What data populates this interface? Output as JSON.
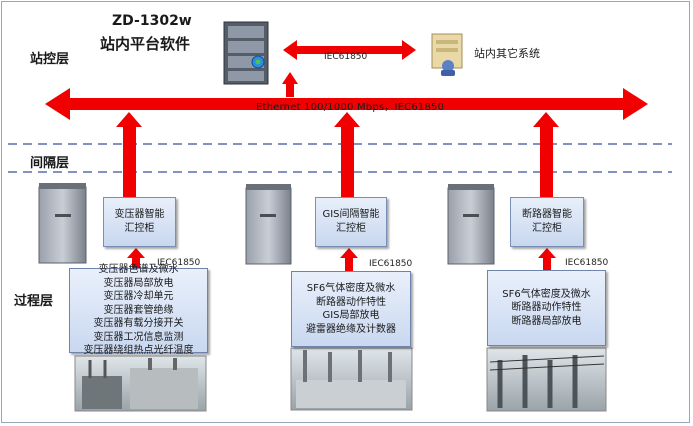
{
  "title": {
    "model": "ZD-1302w",
    "name": "站内平台软件"
  },
  "layers": {
    "station": "站控层",
    "bay": "间隔层",
    "process": "过程层"
  },
  "network": {
    "ethernet_label": "Ethernet 100/1000 Mbps，IEC61850",
    "link_label": "IEC61850"
  },
  "other_system": "站内其它系统",
  "bays": [
    {
      "cabinet_label": [
        "变压器智能",
        "汇控柜"
      ],
      "protocol": "IEC61850",
      "monitors": [
        "变压器色谱及微水",
        "变压器局部放电",
        "变压器冷却单元",
        "变压器套管绝缘",
        "变压器有载分接开关",
        "变压器工况信息监测",
        "变压器绕组热点光纤温度"
      ]
    },
    {
      "cabinet_label": [
        "GIS间隔智能",
        "汇控柜"
      ],
      "protocol": "IEC61850",
      "monitors": [
        "SF6气体密度及微水",
        "断路器动作特性",
        "GIS局部放电",
        "避雷器绝缘及计数器"
      ]
    },
    {
      "cabinet_label": [
        "断路器智能",
        "汇控柜"
      ],
      "protocol": "IEC61850",
      "monitors": [
        "SF6气体密度及微水",
        "断路器动作特性",
        "断路器局部放电"
      ]
    }
  ],
  "colors": {
    "arrow": "#f00000",
    "dash": "#3b4fa0",
    "box_border": "#7a8fb5"
  }
}
